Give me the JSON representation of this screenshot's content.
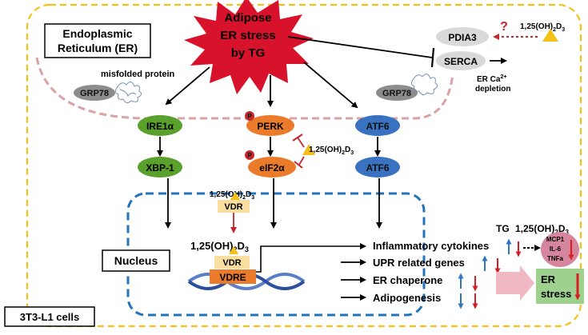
{
  "stress": {
    "line1": "Adipose",
    "line2": "ER stress",
    "line3": "by TG"
  },
  "er_label": {
    "line1": "Endoplasmic",
    "line2": "Reticulum (ER)"
  },
  "misfolded_label": "misfolded protein",
  "grp78_left": "GRP78",
  "grp78_right": "GRP78",
  "pdia3": "PDIA3",
  "serca": "SERCA",
  "question_mark": "?",
  "vitd_top": "1,25(OH)",
  "er_ca": {
    "line1": "ER Ca",
    "sup": "2+",
    "line2": "depletion"
  },
  "sensors": {
    "ire1a": "IRE1α",
    "perk": "PERK",
    "atf6": "ATF6"
  },
  "phospho": "P",
  "downstream": {
    "xbp1": "XBP-1",
    "eif2a": "eIF2α",
    "atf6": "ATF6"
  },
  "vitd_mid": "1,25(OH)",
  "vitd_vdr": "1,25(OH)",
  "vdr_box": "VDR",
  "vitd_nucleus": "1,25(OH)",
  "nucleus_label": "Nucleus",
  "vdr_nucleus": "VDR",
  "vdre": "VDRE",
  "outcomes": [
    "Inflammatory cytokines",
    "UPR related genes",
    "ER chaperone",
    "Adipogenesis"
  ],
  "legend_tg": "TG",
  "legend_vitd": "1,25(OH)",
  "vitd_sub": "2",
  "vitd_d": "D",
  "vitd_sub3": "3",
  "cytokines": {
    "mcp1": "MCP1",
    "il6": "IL-6",
    "tnfa": "TNFa"
  },
  "er_stress_box": {
    "line1": "ER",
    "line2": "stress"
  },
  "cell_label": "3T3-L1 cells",
  "colors": {
    "stress_red": "#d8122b",
    "ire1_green": "#5aa02c",
    "perk_orange": "#ea7b2a",
    "atf6_blue": "#3a72c2",
    "nucleus_blue": "#2273b8",
    "er_pink": "#d9a3a6",
    "gold": "#f5c018",
    "vdr_tan": "#f9dea0",
    "cytokine_pink": "#d6859e",
    "er_box_green": "#9fd18e",
    "pink_arrow": "#efb8c2",
    "up_blue": "#2e75c2",
    "down_red": "#d41f24"
  }
}
